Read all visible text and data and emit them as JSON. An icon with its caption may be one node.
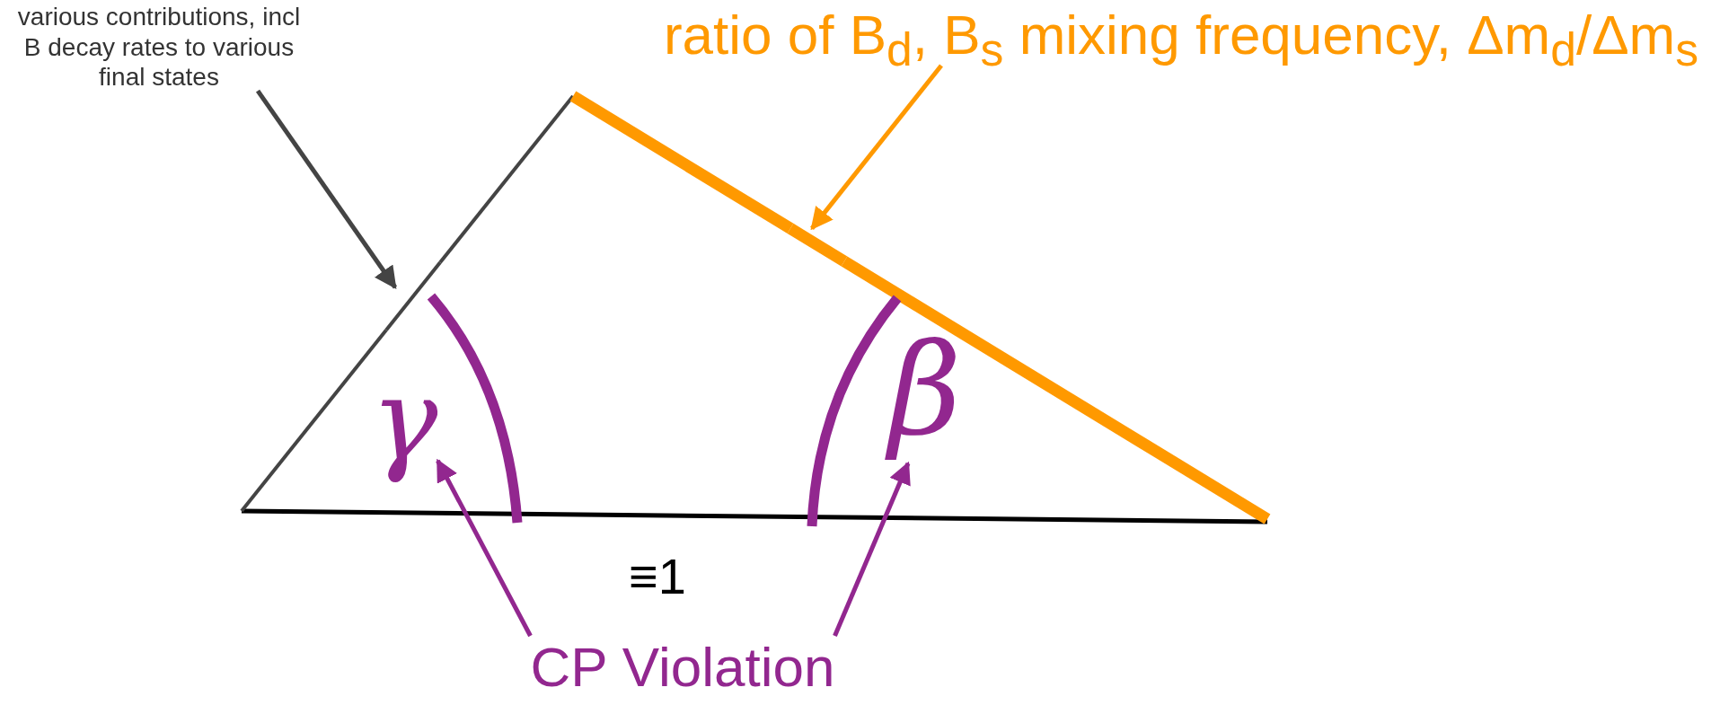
{
  "diagram": {
    "nodes": [
      {
        "text": [
          "various contributions, incl B decay rates to various final states"
        ]
      },
      {
        "text": [],
        "shape": "line"
      },
      {
        "text": [
          "ratio of B$_{d}$, B$_{s}$ mixing frequency, Δm$_{d}$/Δm$_{s}$"
        ]
      },
      {
        "text": [],
        "shape": "line"
      },
      {
        "text": [
          "CP Violation"
        ]
      },
      {
        "text": [
          "γ"
        ]
      },
      {
        "text": [
          "β"
        ]
      }
    ],
    "edges": [
      {
        "from": 0,
        "to": 1,
        "arrow": "to",
        "color": "#444444"
      },
      {
        "from": 2,
        "to": 3,
        "arrow": "to",
        "color": "#ff9900"
      },
      {
        "from": 4,
        "to": 5,
        "arrow": "to",
        "color": "#92278f"
      },
      {
        "from": 4,
        "to": 6,
        "arrow": "to",
        "color": "#92278f"
      }
    ],
    "labels": [
      "≡1"
    ]
  }
}
